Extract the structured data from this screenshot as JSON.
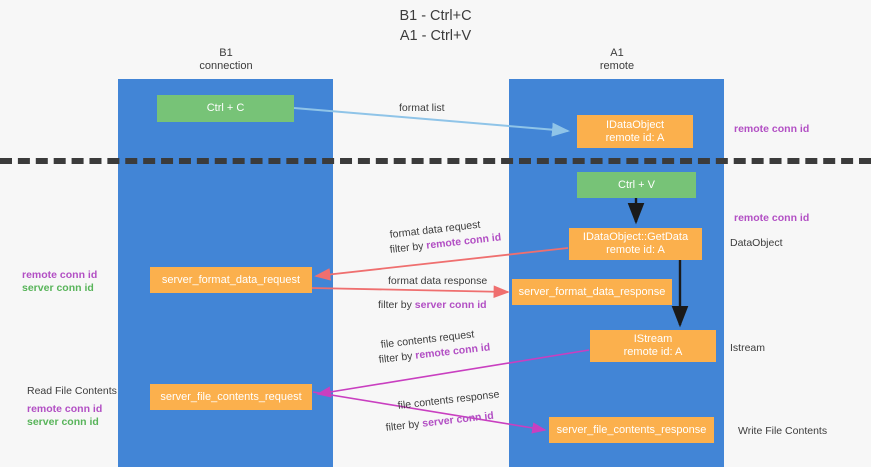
{
  "title": {
    "line1": "B1 - Ctrl+C",
    "line2": "A1 - Ctrl+V"
  },
  "columns": {
    "left": {
      "name": "B1",
      "role": "connection"
    },
    "right": {
      "name": "A1",
      "role": "remote"
    }
  },
  "boxes": {
    "ctrl_c": "Ctrl + C",
    "dataobject_top": {
      "line1": "IDataObject",
      "line2": "remote id: A"
    },
    "ctrl_v": "Ctrl + V",
    "getdata": {
      "line1": "IDataObject::GetData",
      "line2": "remote id: A"
    },
    "server_format_data_request": "server_format_data_request",
    "server_format_data_response": "server_format_data_response",
    "istream": {
      "line1": "IStream",
      "line2": "remote id: A"
    },
    "server_file_contents_request": "server_file_contents_request",
    "server_file_contents_response": "server_file_contents_response"
  },
  "right_labels": {
    "remote_conn_id_top": "remote conn id",
    "remote_conn_id_mid": "remote conn id",
    "dataobject": "DataObject",
    "istream": "Istream",
    "write_file_contents": "Write File Contents"
  },
  "left_labels": {
    "remote_conn_id": "remote conn id",
    "server_conn_id": "server conn id",
    "read_file_contents": "Read File Contents",
    "remote_conn_id_2": "remote conn id",
    "server_conn_id_2": "server conn id"
  },
  "flow_labels": {
    "format_list": "format list",
    "format_data_request": "format data request",
    "format_data_request_filter_prefix": "filter by ",
    "format_data_request_filter_key": "remote conn id",
    "format_data_response": "format data response",
    "format_data_response_filter_prefix": "filter by ",
    "format_data_response_filter_key": "server conn id",
    "file_contents_request": "file contents request",
    "file_contents_request_filter_prefix": "filter by ",
    "file_contents_request_filter_key": "remote conn id",
    "file_contents_response": "file contents response",
    "file_contents_response_filter_prefix": "filter by ",
    "file_contents_response_filter_key": "server conn id"
  },
  "colors": {
    "lane": "#4285d6",
    "green_box": "#77c377",
    "orange_box": "#fbb04d",
    "purple_text": "#b24fc4",
    "green_text": "#58b45a",
    "arrow_blue": "#8fc4e8",
    "arrow_red": "#ef6f6f",
    "arrow_magenta": "#c93fc0",
    "arrow_black": "#1a1a1a",
    "divider": "#3b3b3b",
    "background": "#f7f7f7"
  }
}
